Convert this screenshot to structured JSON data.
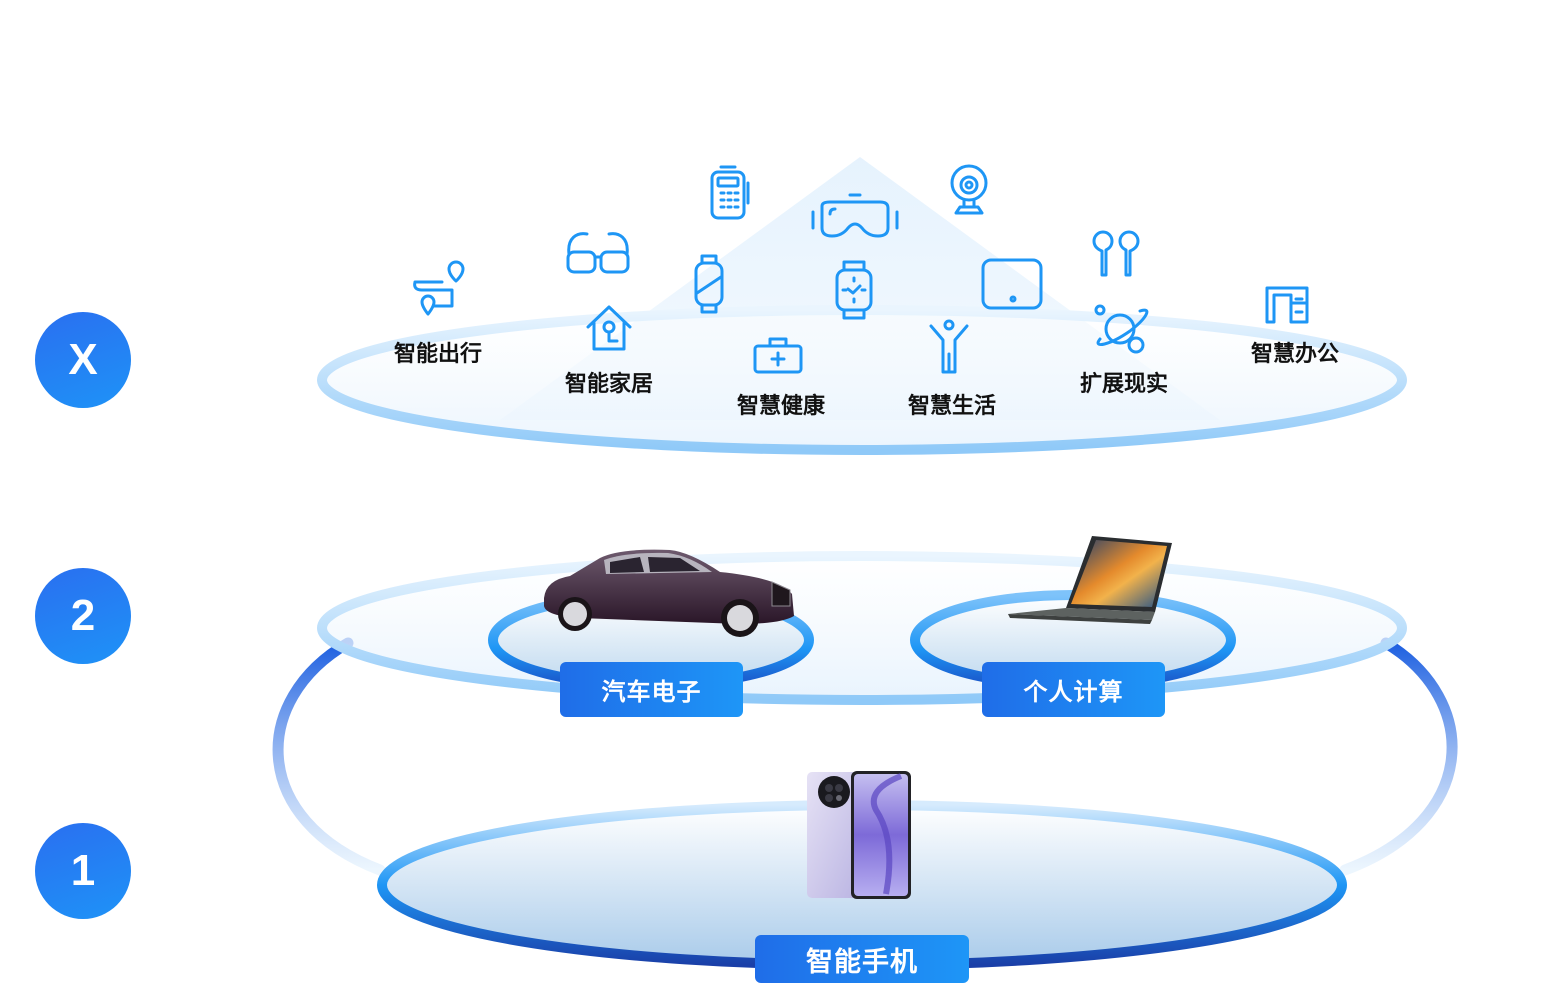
{
  "levels": [
    {
      "badge": "X"
    },
    {
      "badge": "2"
    },
    {
      "badge": "1"
    }
  ],
  "level_x": {
    "categories": [
      {
        "label": "智能出行",
        "icon": "route-map-icon"
      },
      {
        "label": "智能家居",
        "icon": "smart-home-icon"
      },
      {
        "label": "智慧健康",
        "icon": "medical-kit-icon"
      },
      {
        "label": "智慧生活",
        "icon": "person-cheer-icon"
      },
      {
        "label": "扩展现实",
        "icon": "planet-icon"
      },
      {
        "label": "智慧办公",
        "icon": "desk-icon"
      }
    ],
    "devices": [
      "pos-terminal-icon",
      "vr-headset-icon",
      "webcam-icon",
      "smart-glasses-icon",
      "fitness-band-icon",
      "smartwatch-icon",
      "tablet-icon",
      "earbuds-icon"
    ]
  },
  "level_2": {
    "items": [
      {
        "label": "汽车电子",
        "image": "car"
      },
      {
        "label": "个人计算",
        "image": "laptop"
      }
    ]
  },
  "level_1": {
    "items": [
      {
        "label": "智能手机",
        "image": "smartphone"
      }
    ]
  },
  "colors": {
    "accent": "#1e96f5",
    "badge_start": "#2a6ff0",
    "badge_end": "#1e93f7",
    "ring_light": "#b9dcfb"
  }
}
